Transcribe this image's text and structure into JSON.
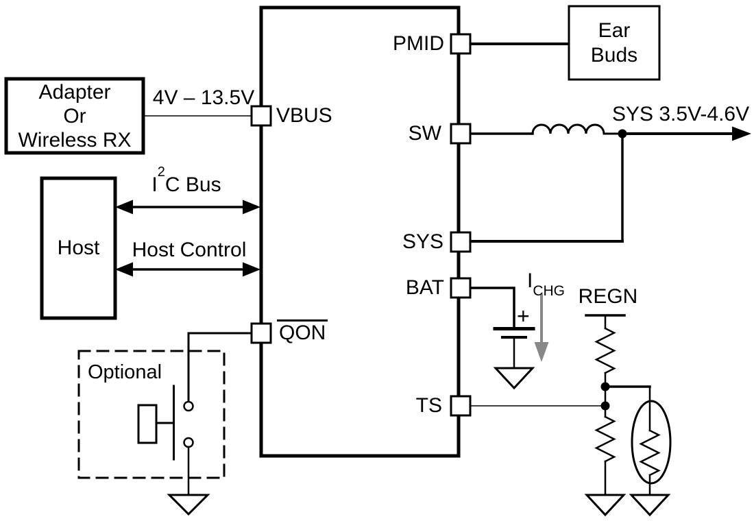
{
  "colors": {
    "line": "#000000",
    "text": "#000000",
    "ichg_arrow": "#888888",
    "background": "#ffffff"
  },
  "blocks": {
    "adapter": {
      "line1": "Adapter",
      "line2": "Or",
      "line3": "Wireless RX"
    },
    "host": {
      "label": "Host"
    },
    "ear_buds": {
      "line1": "Ear",
      "line2": "Buds"
    },
    "optional": {
      "label": "Optional"
    }
  },
  "ic": {
    "pins": {
      "vbus": "VBUS",
      "qon": "QON",
      "pmid": "PMID",
      "sw": "SW",
      "sys": "SYS",
      "bat": "BAT",
      "ts": "TS"
    }
  },
  "labels": {
    "vbus_range": "4V – 13.5V",
    "i2c_base": "I",
    "i2c_sup": "2",
    "i2c_rest": "C Bus",
    "host_control": "Host Control",
    "sys_output": "SYS 3.5V-4.6V",
    "ichg_base": "I",
    "ichg_sub": "CHG",
    "regn": "REGN",
    "battery_plus": "+"
  }
}
